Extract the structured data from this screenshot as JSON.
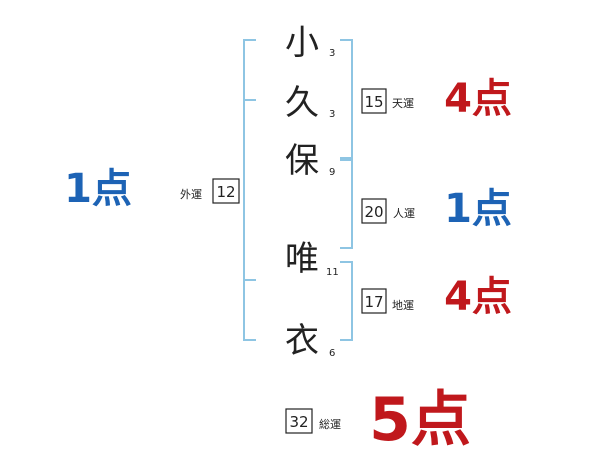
{
  "name_chars": [
    {
      "char": "小",
      "strokes": "3"
    },
    {
      "char": "久",
      "strokes": "3"
    },
    {
      "char": "保",
      "strokes": "9"
    },
    {
      "char": "唯",
      "strokes": "11"
    },
    {
      "char": "衣",
      "strokes": "6"
    }
  ],
  "fortunes": {
    "gaikaku": {
      "label": "外運",
      "value": "12",
      "score": "1点"
    },
    "tenkaku": {
      "label": "天運",
      "value": "15",
      "score": "4点"
    },
    "jinkaku": {
      "label": "人運",
      "value": "20",
      "score": "1点"
    },
    "chikaku": {
      "label": "地運",
      "value": "17",
      "score": "4点"
    },
    "soukaku": {
      "label": "総運",
      "value": "32",
      "score": "5点"
    }
  },
  "colors": {
    "bracket": "#8ec5e3",
    "score_blue": "#1d63b5",
    "score_red": "#c0181c",
    "text": "#222222"
  }
}
